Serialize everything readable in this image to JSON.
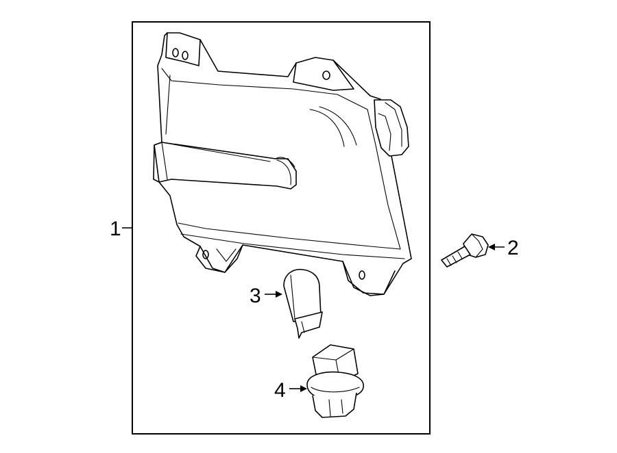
{
  "callouts": {
    "part1": "1",
    "part2": "2",
    "part3": "3",
    "part4": "4"
  },
  "parts": [
    {
      "id": "1",
      "name": "lamp-assembly"
    },
    {
      "id": "2",
      "name": "mounting-screw"
    },
    {
      "id": "3",
      "name": "bulb"
    },
    {
      "id": "4",
      "name": "bulb-socket"
    }
  ],
  "colors": {
    "line": "#000000",
    "background": "#ffffff"
  }
}
